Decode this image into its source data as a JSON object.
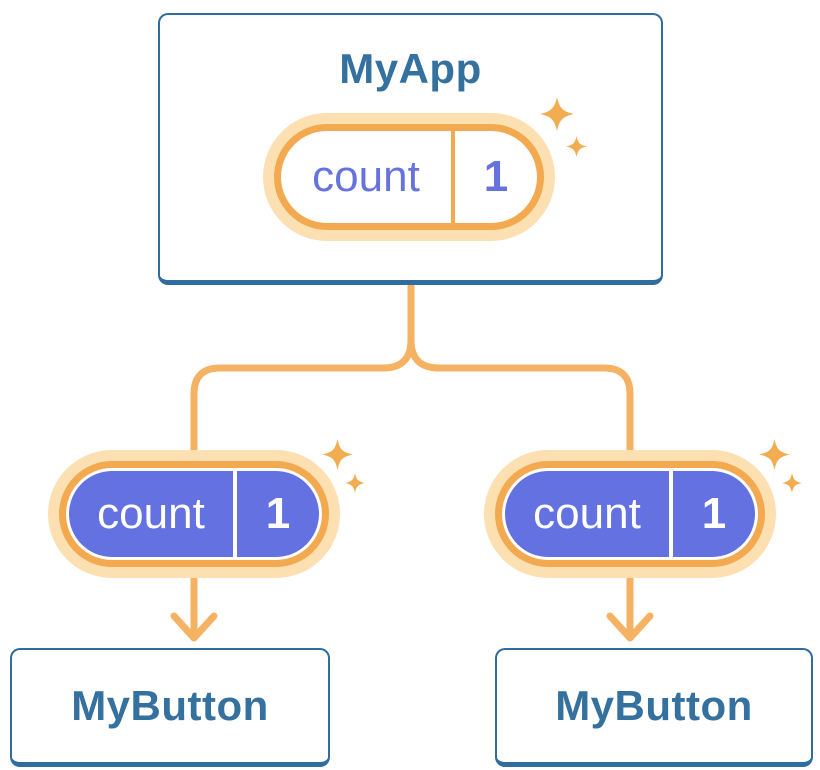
{
  "diagram": {
    "root": {
      "label": "MyApp",
      "state": {
        "key": "count",
        "value": "1"
      }
    },
    "children": [
      {
        "label": "MyButton",
        "state": {
          "key": "count",
          "value": "1"
        }
      },
      {
        "label": "MyButton",
        "state": {
          "key": "count",
          "value": "1"
        }
      }
    ]
  },
  "icons": {
    "sparkle": "sparkle-icon",
    "arrow": "arrow-down-icon"
  },
  "colors": {
    "background": "#ffffff",
    "card_border_blue": "#2e6d9d",
    "title_text_blue": "#35719f",
    "connector_orange": "#f5b263",
    "pill_border_orange": "#f3a94f",
    "pill_glow_peach": "#fce0b2",
    "state_fill_purple": "#6372e0",
    "state_text_purple": "#6673de",
    "sparkle_orange": "#f2ad52"
  }
}
